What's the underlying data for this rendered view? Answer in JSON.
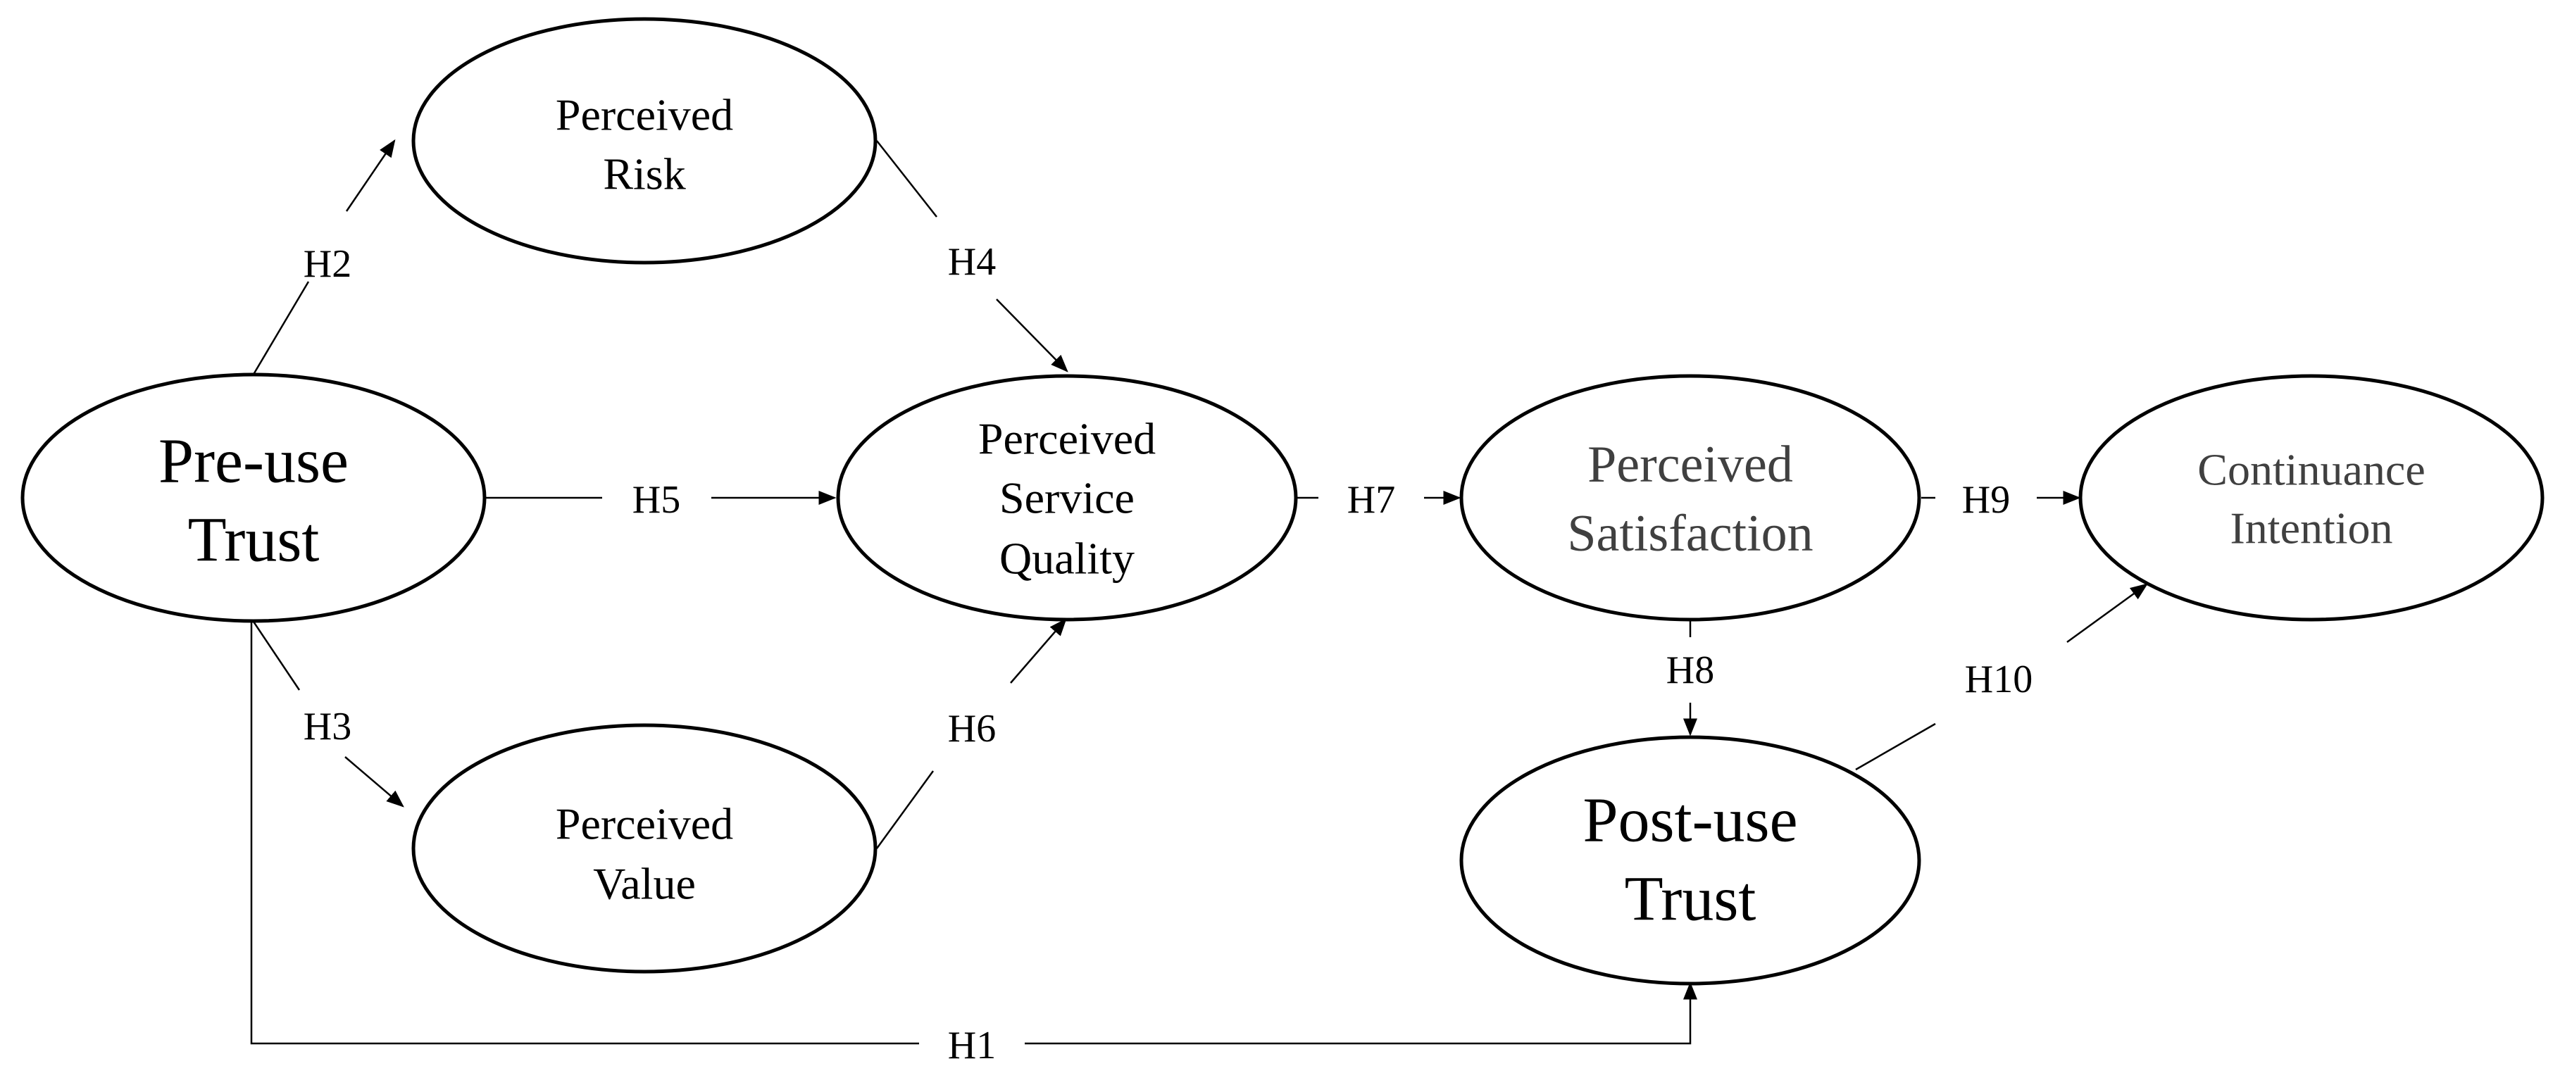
{
  "diagram": {
    "nodes": {
      "pre_use_trust": {
        "line1": "Pre-use",
        "line2": "Trust"
      },
      "perceived_risk": {
        "line1": "Perceived",
        "line2": "Risk"
      },
      "perceived_value": {
        "line1": "Perceived",
        "line2": "Value"
      },
      "perceived_service_quality": {
        "line1": "Perceived",
        "line2": "Service",
        "line3": "Quality"
      },
      "perceived_satisfaction": {
        "line1": "Perceived",
        "line2": "Satisfaction"
      },
      "post_use_trust": {
        "line1": "Post-use",
        "line2": "Trust"
      },
      "continuance_intention": {
        "line1": "Continuance",
        "line2": "Intention"
      }
    },
    "edges": {
      "h1": {
        "label": "H1",
        "from": "Pre-use Trust",
        "to": "Post-use Trust"
      },
      "h2": {
        "label": "H2",
        "from": "Pre-use Trust",
        "to": "Perceived Risk"
      },
      "h3": {
        "label": "H3",
        "from": "Pre-use Trust",
        "to": "Perceived Value"
      },
      "h4": {
        "label": "H4",
        "from": "Perceived Risk",
        "to": "Perceived Service Quality"
      },
      "h5": {
        "label": "H5",
        "from": "Pre-use Trust",
        "to": "Perceived Service Quality"
      },
      "h6": {
        "label": "H6",
        "from": "Perceived Value",
        "to": "Perceived Service Quality"
      },
      "h7": {
        "label": "H7",
        "from": "Perceived Service Quality",
        "to": "Perceived Satisfaction"
      },
      "h8": {
        "label": "H8",
        "from": "Perceived Satisfaction",
        "to": "Post-use Trust"
      },
      "h9": {
        "label": "H9",
        "from": "Perceived Satisfaction",
        "to": "Continuance Intention"
      },
      "h10": {
        "label": "H10",
        "from": "Post-use Trust",
        "to": "Continuance Intention"
      }
    },
    "colors": {
      "stroke": "#000000",
      "background": "#ffffff",
      "muted_text": "#404040"
    }
  }
}
